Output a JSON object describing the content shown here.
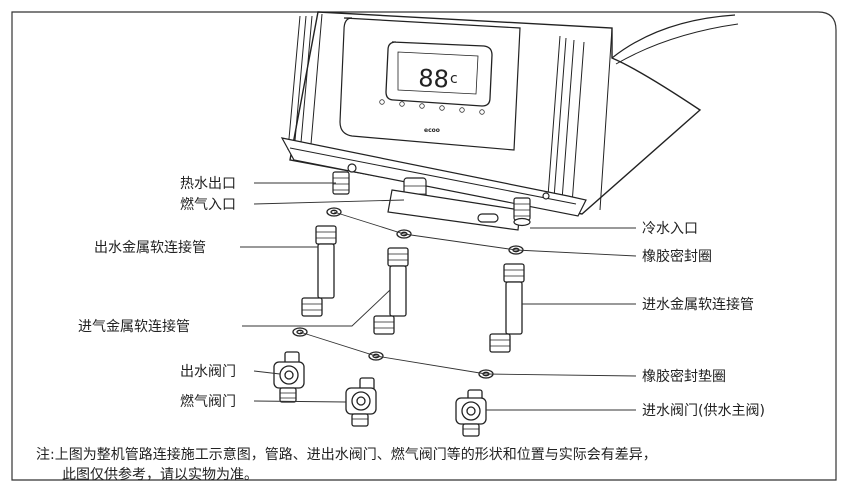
{
  "labels": {
    "hot_water_outlet": "热水出口",
    "gas_inlet": "燃气入口",
    "cold_water_inlet": "冷水入口",
    "outlet_hose": "出水金属软连接管",
    "rubber_seal_ring": "橡胶密封圈",
    "gas_hose": "进气金属软连接管",
    "inlet_hose": "进水金属软连接管",
    "outlet_valve": "出水阀门",
    "rubber_gasket": "橡胶密封垫圈",
    "gas_valve": "燃气阀门",
    "inlet_valve": "进水阀门(供水主阀)"
  },
  "device": {
    "display_digits": "88",
    "display_unit": "c",
    "brand": "ecoo"
  },
  "note": {
    "line1": "注:上图为整机管路连接施工示意图，管路、进出水阀门、燃气阀门等的形状和位置与实际会有差异，",
    "line2": "此图仅供参考，请以实物为准。"
  }
}
